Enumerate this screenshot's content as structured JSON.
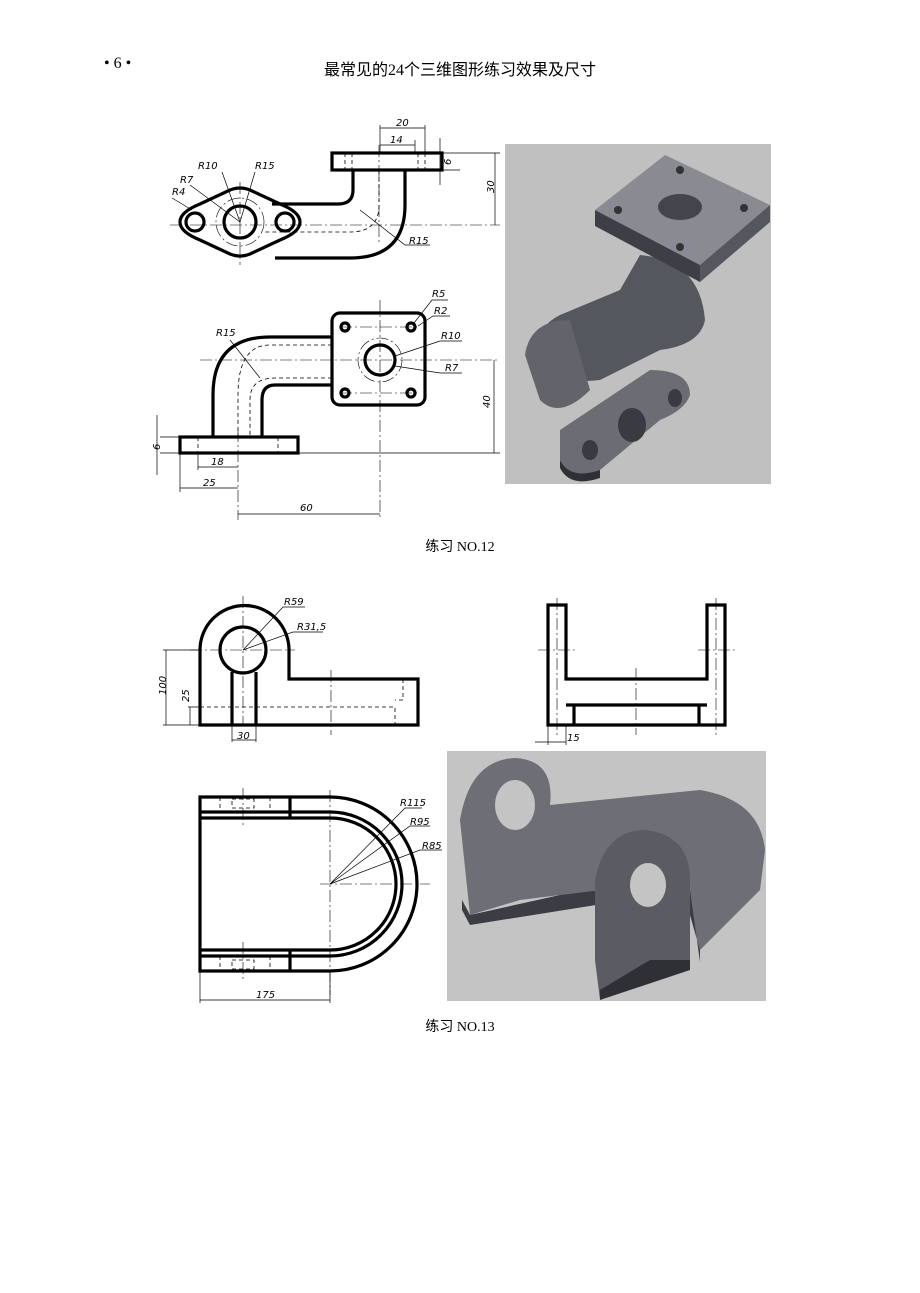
{
  "header": {
    "page_number": "• 6 •",
    "title": "最常见的24个三维图形练习效果及尺寸"
  },
  "exercise12": {
    "caption": "练习 NO.12",
    "top_view_dims": {
      "d20": "20",
      "d14": "14",
      "d6": "6",
      "d30": "30",
      "r10": "R10",
      "r15a": "R15",
      "r7": "R7",
      "r4": "R4",
      "r15b": "R15"
    },
    "front_view_dims": {
      "r5": "R5",
      "r2": "R2",
      "r10": "R10",
      "r7": "R7",
      "r15": "R15",
      "d40": "40",
      "d6": "6",
      "d18": "18",
      "d25": "25",
      "d60": "60"
    },
    "render_bg": "#c0c0c0",
    "render_fill": "#55575f"
  },
  "exercise13": {
    "caption": "练习 NO.13",
    "front_view_dims": {
      "r59": "R59",
      "r31_5": "R31,5",
      "d100": "100",
      "d25": "25",
      "d30": "30"
    },
    "side_view_dims": {
      "d15": "15"
    },
    "top_view_dims": {
      "r115": "R115",
      "r95": "R95",
      "r85": "R85",
      "d175": "175"
    },
    "render_bg": "#c4c4c4",
    "render_fill": "#5a5b63"
  }
}
